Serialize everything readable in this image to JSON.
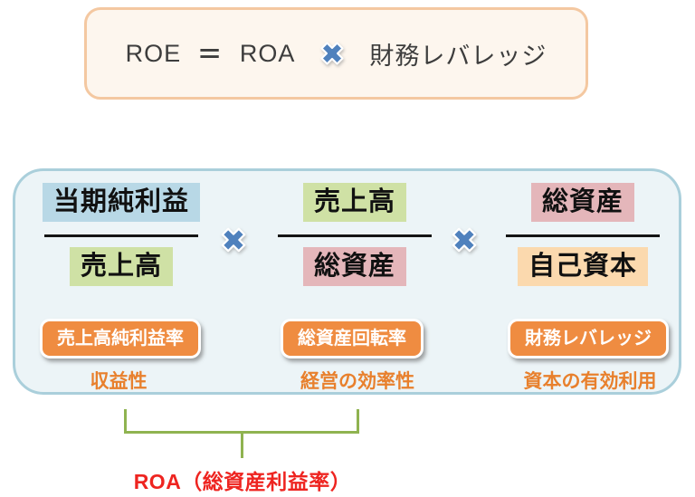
{
  "formula": {
    "lhs": "ROE",
    "equals": "=",
    "operand1": "ROA",
    "multiply_icon": "multiply-icon",
    "operand2": "財務レバレッジ"
  },
  "decomposition": {
    "columns": [
      {
        "numerator": "当期純利益",
        "denominator": "売上高",
        "badge": "売上高純利益率",
        "caption": "収益性"
      },
      {
        "numerator": "売上高",
        "denominator": "総資産",
        "badge": "総資産回転率",
        "caption": "経営の効率性"
      },
      {
        "numerator": "総資産",
        "denominator": "自己資本",
        "badge": "財務レバレッジ",
        "caption": "資本の有効利用"
      }
    ]
  },
  "bracket_label": "ROA（総資産利益率）",
  "colors": {
    "formula_box_border": "#f4c8a1",
    "formula_box_bg": "#fdf6ee",
    "dupont_box_border": "#aacfdb",
    "dupont_box_bg": "#ecf4f7",
    "chip_blue": "#b8d8e6",
    "chip_green": "#cfe1a5",
    "chip_pink": "#e4b6ba",
    "chip_peach": "#fbd9ae",
    "badge_orange": "#ef8c41",
    "caption_orange": "#e8802d",
    "multiply_blue": "#4f81bd",
    "bracket_green": "#8fb350",
    "roa_label_red": "#ee2420",
    "formula_text": "#3d3d3d"
  }
}
